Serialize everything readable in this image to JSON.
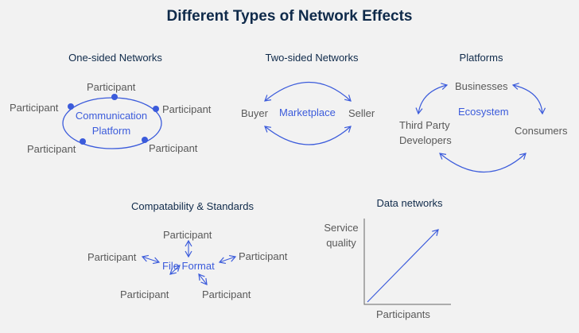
{
  "title": "Different Types of Network Effects",
  "colors": {
    "accent": "#3b5bdb",
    "label": "#595959",
    "heading": "#0f2a4a",
    "background": "#f2f2f2"
  },
  "one_sided": {
    "heading": "One-sided Networks",
    "hub": [
      "Communication",
      "Platform"
    ],
    "participants": [
      "Participant",
      "Participant",
      "Participant",
      "Participant",
      "Participant"
    ]
  },
  "two_sided": {
    "heading": "Two-sided Networks",
    "hub": "Marketplace",
    "left": "Buyer",
    "right": "Seller"
  },
  "platforms": {
    "heading": "Platforms",
    "hub": "Ecosystem",
    "top": "Businesses",
    "left": [
      "Third Party",
      "Developers"
    ],
    "right": "Consumers"
  },
  "compatibility": {
    "heading": "Compatability & Standards",
    "hub": "File Format",
    "participants": [
      "Participant",
      "Participant",
      "Participant",
      "Participant",
      "Participant"
    ]
  },
  "data_networks": {
    "heading": "Data networks",
    "ylabel": [
      "Service",
      "quality"
    ],
    "xlabel": "Participants"
  }
}
